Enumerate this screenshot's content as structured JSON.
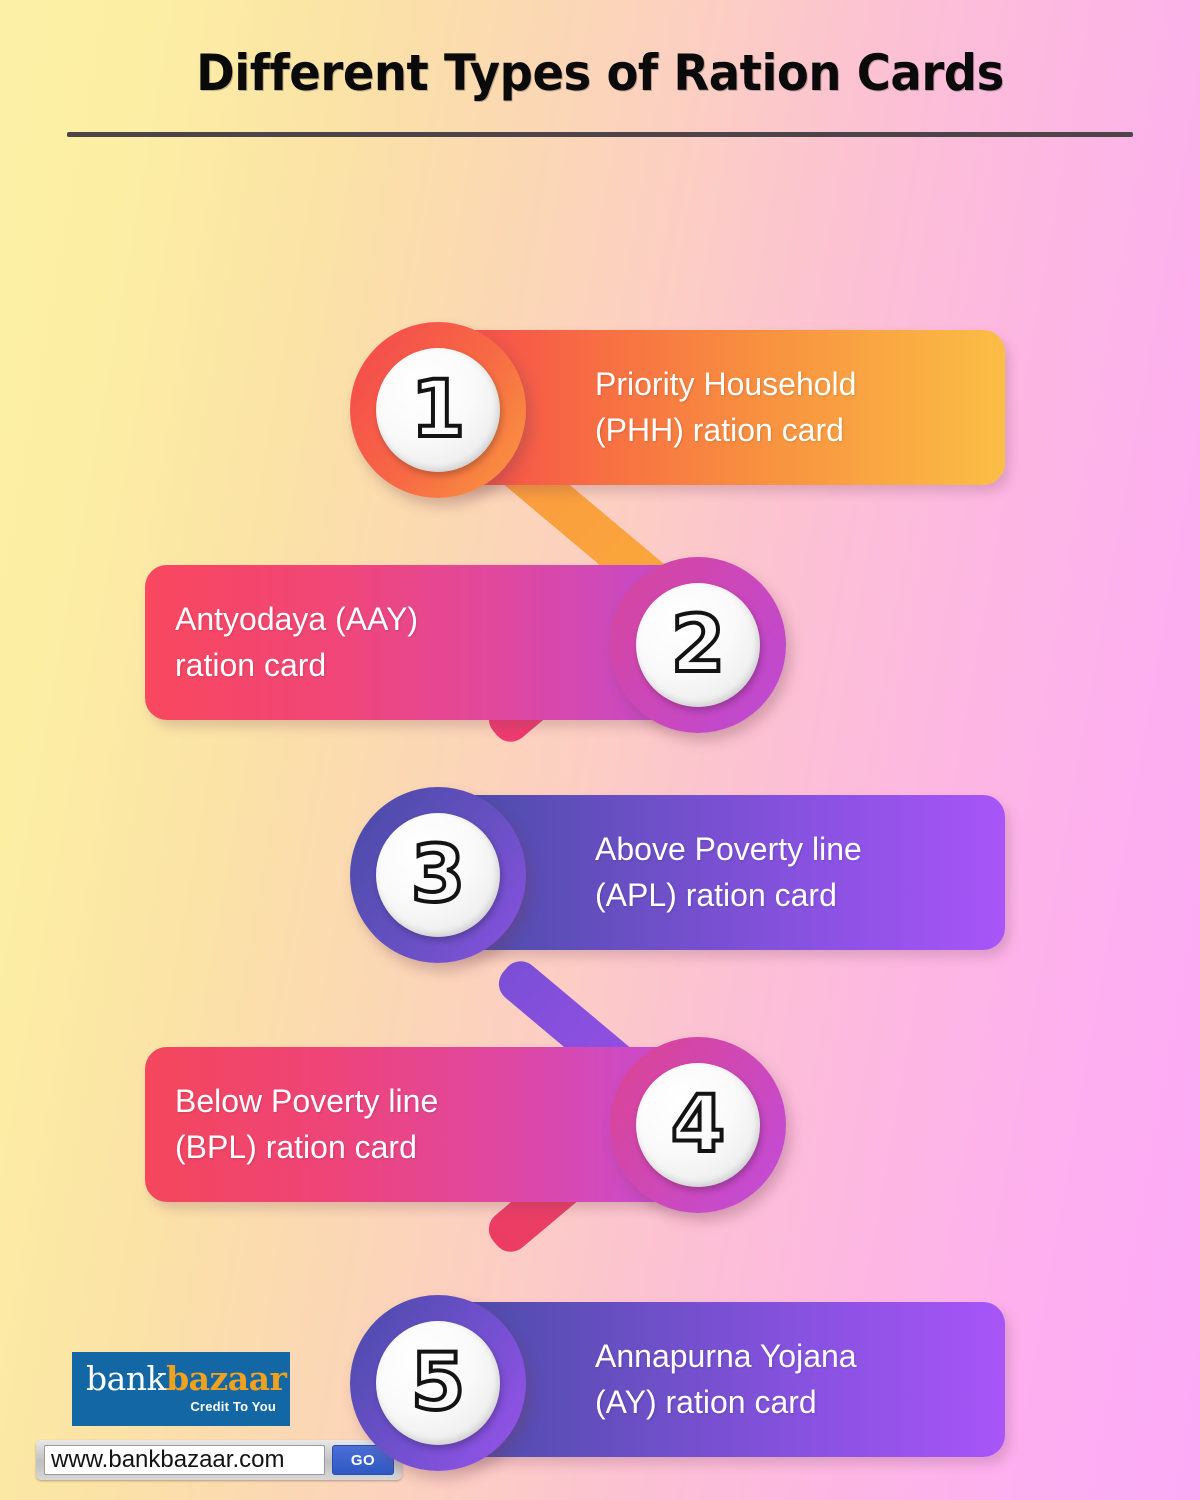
{
  "header": {
    "title": "Different Types of Ration Cards"
  },
  "items": [
    {
      "number": "1",
      "label": "Priority Household\n(PHH) ration card",
      "side": "right",
      "gradient_from": "#F4464E",
      "gradient_to": "#FBBE45"
    },
    {
      "number": "2",
      "label": "Antyodaya (AAY)\nration card",
      "side": "left",
      "gradient_from": "#F8475E",
      "gradient_to": "#BB4AD6"
    },
    {
      "number": "3",
      "label": "Above Poverty line\n(APL) ration card",
      "side": "right",
      "gradient_from": "#474BA5",
      "gradient_to": "#A855F7"
    },
    {
      "number": "4",
      "label": "Below Poverty line\n(BPL) ration card",
      "side": "left",
      "gradient_from": "#F4465C",
      "gradient_to": "#C14CDC"
    },
    {
      "number": "5",
      "label": "Annapurna Yojana\n(AY) ration card",
      "side": "right",
      "gradient_from": "#474BA5",
      "gradient_to": "#A855F7"
    }
  ],
  "footer": {
    "logo": {
      "word_first": "bank",
      "word_second": "bazaar",
      "tagline": "Credit To You"
    },
    "url": "www.bankbazaar.com",
    "go_label": "GO"
  }
}
